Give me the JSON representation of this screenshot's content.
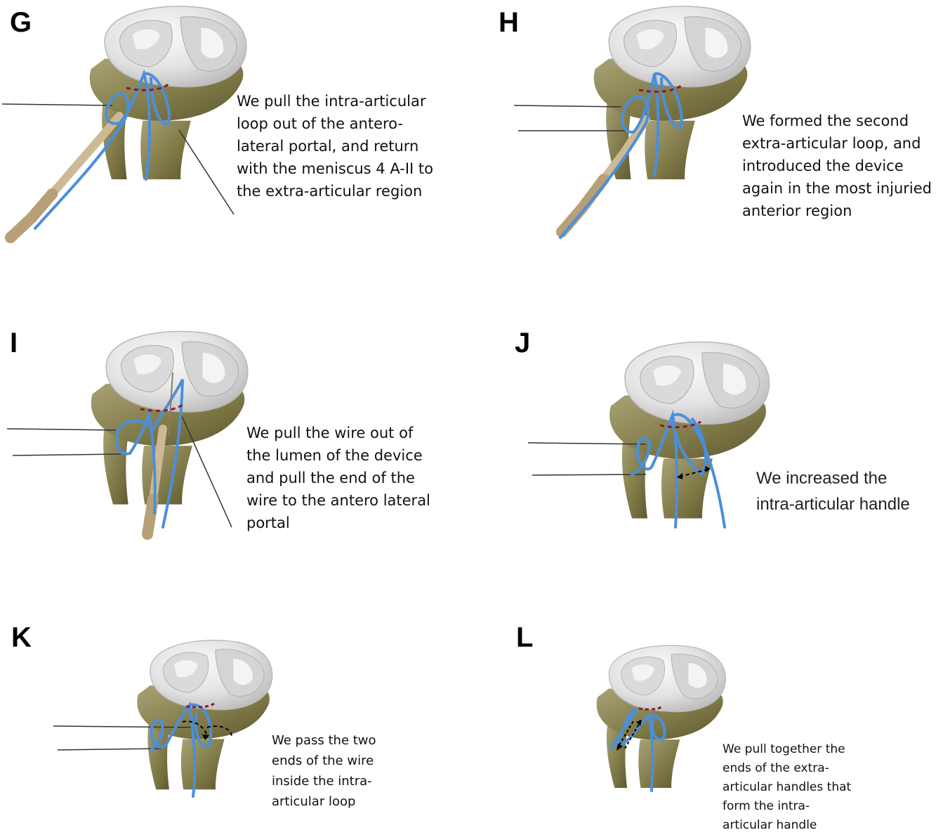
{
  "panels": [
    {
      "id": "G",
      "letter": "G",
      "caption": "We pull the intra-articular\nloop out of the antero-\nlateral portal, and return\nwith the meniscus 4 A-II to\nthe extra-articular region"
    },
    {
      "id": "H",
      "letter": "H",
      "caption": "We formed the second\nextra-articular loop, and\nintroduced the device\nagain in the most injuried\nanterior region"
    },
    {
      "id": "I",
      "letter": "I",
      "caption": "We pull the wire out of\nthe lumen of the device\nand pull the end of the\nwire to the antero lateral\nportal"
    },
    {
      "id": "J",
      "letter": "J",
      "caption": "We increased the\nintra-articular handle"
    },
    {
      "id": "K",
      "letter": "K",
      "caption": "We pass the two\nends of the wire\ninside the intra-\narticular loop"
    },
    {
      "id": "L",
      "letter": "L",
      "caption": "We pull together the\nends of the extra-\narticular handles that\nform the intra-\narticular handle"
    }
  ],
  "colors": {
    "bone": "#8f8a5a",
    "bone_dark": "#5f5a33",
    "cartilage": "#e6e6e6",
    "wire": "#4a8fdc",
    "device": "#d8c6a4",
    "suture_red": "#8b1a2a"
  }
}
